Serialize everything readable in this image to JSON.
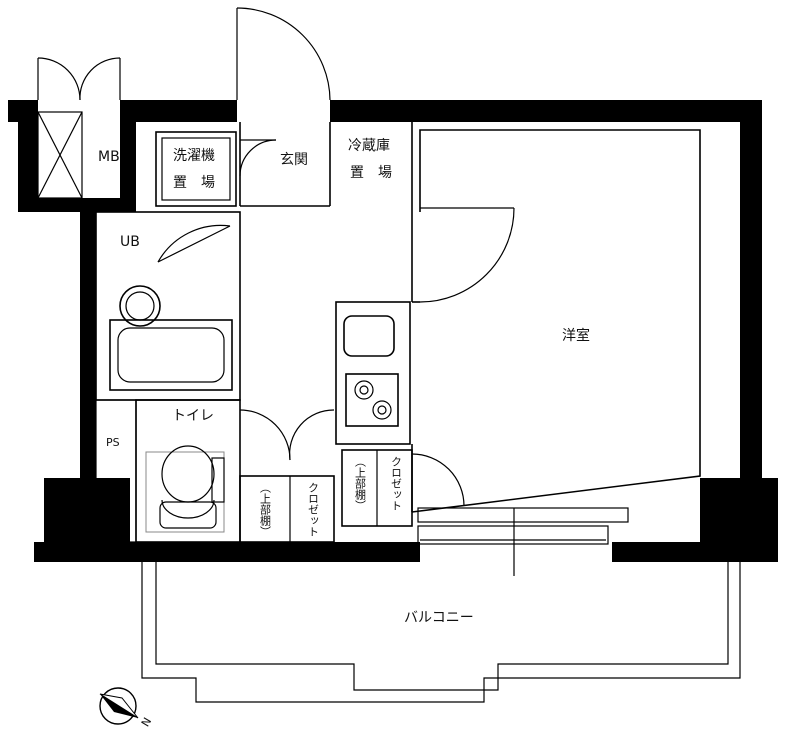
{
  "rooms": {
    "mb": "MB",
    "laundry_line1": "洗濯機",
    "laundry_line2": "置　場",
    "entrance": "玄関",
    "fridge_line1": "冷蔵庫",
    "fridge_line2": "置　場",
    "ub": "UB",
    "western_room": "洋室",
    "toilet": "トイレ",
    "ps": "PS",
    "upper_shelf_1": "（上部棚）",
    "closet_1": "クロゼット",
    "upper_shelf_2": "（上部棚）",
    "closet_2": "クロゼット",
    "balcony": "バルコニー"
  },
  "compass": {
    "north_label": "N"
  }
}
